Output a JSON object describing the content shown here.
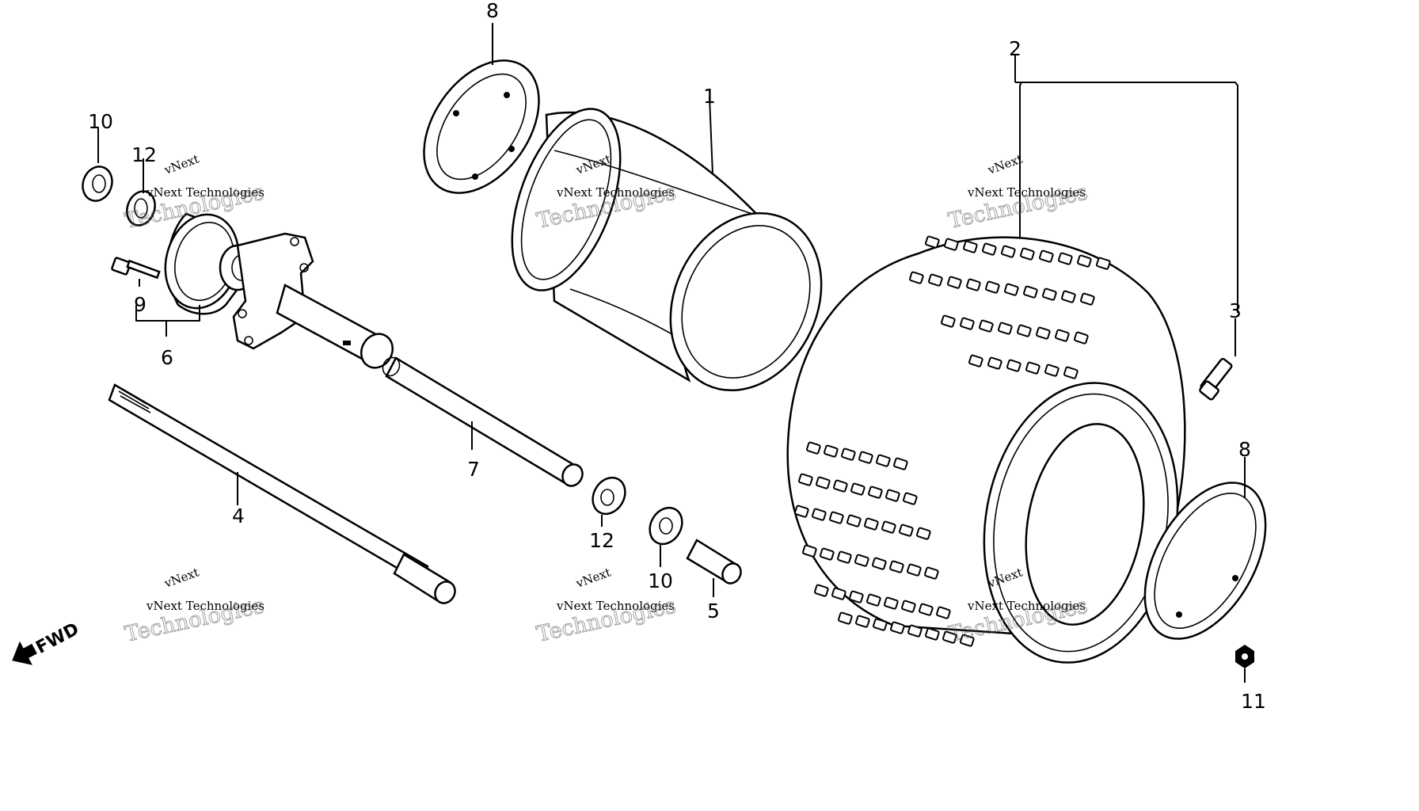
{
  "callouts": {
    "c1": "1",
    "c2": "2",
    "c3": "3",
    "c4": "4",
    "c5": "5",
    "c6": "6",
    "c7": "7",
    "c8a": "8",
    "c8b": "8",
    "c9": "9",
    "c10a": "10",
    "c10b": "10",
    "c11": "11",
    "c12a": "12",
    "c12b": "12"
  },
  "fwd_label": "FWD",
  "watermark": {
    "brand": "vNext",
    "small": "vNext Technologies",
    "large": "Technologies"
  }
}
